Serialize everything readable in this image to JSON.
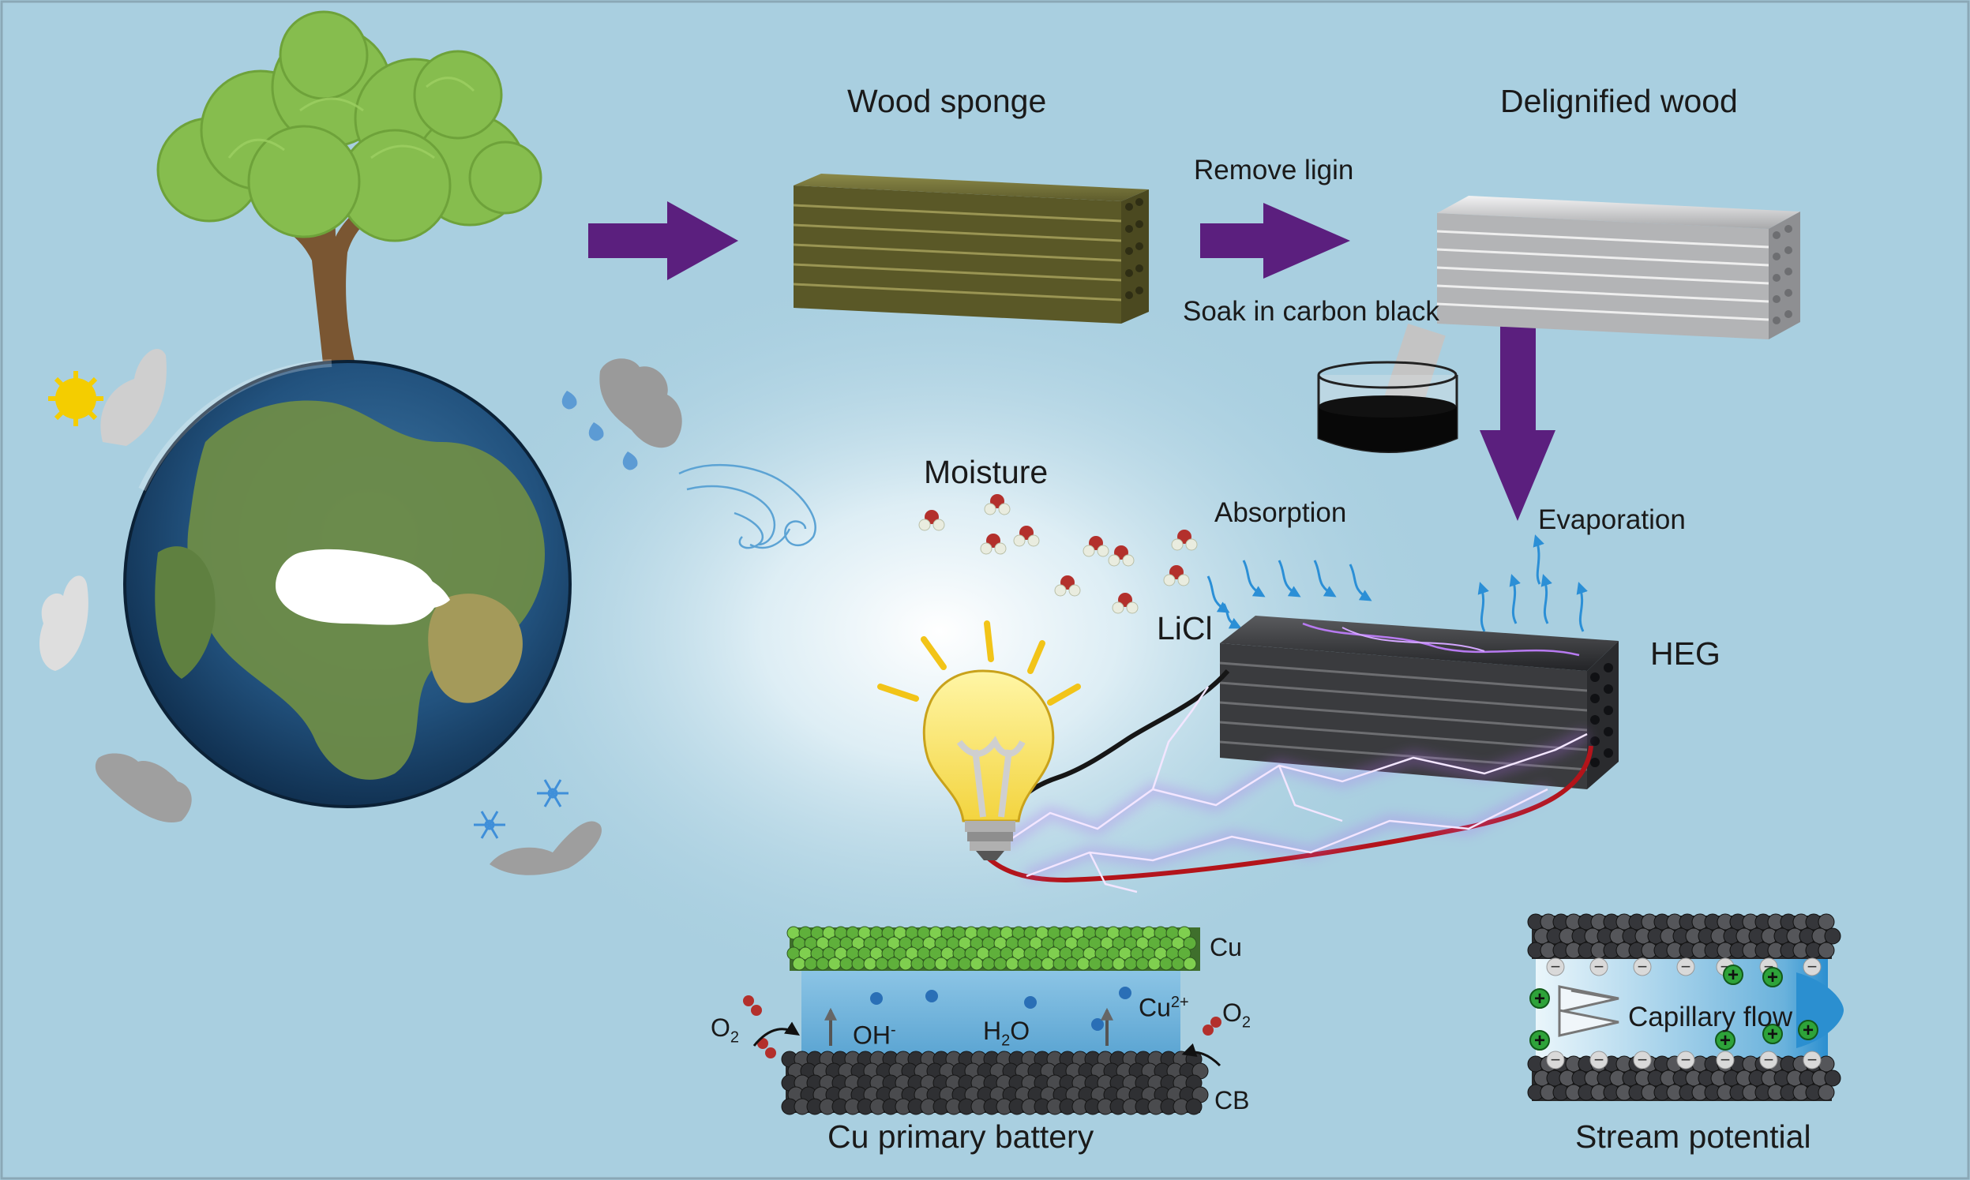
{
  "labels": {
    "wood_sponge": "Wood sponge",
    "delignified_wood": "Delignified wood",
    "remove_lignin": "Remove ligin",
    "soak": "Soak in carbon black",
    "moisture": "Moisture",
    "absorption": "Absorption",
    "evaporation": "Evaporation",
    "licl": "LiCl",
    "heg": "HEG"
  },
  "battery": {
    "title": "Cu  primary battery",
    "cu": "Cu",
    "cu2_base": "Cu",
    "cu2_sup": "2+",
    "o2_base": "O",
    "o2_sub": "2",
    "oh_base": "OH",
    "oh_sup": "-",
    "h2o_h": "H",
    "h2o_sub": "2",
    "h2o_o": "O",
    "cb": "CB"
  },
  "stream": {
    "title": "Stream potential",
    "flow": "Capillary flow",
    "minus": "−",
    "plus": "+"
  },
  "colors": {
    "background": "#a9cfe0",
    "arrow": "#5b1f7e",
    "wood": "#6d6b36",
    "delignified": "#d5d6d8",
    "heg": "#3a3b3e",
    "leaf": "#86bd4e",
    "trunk": "#7a5632",
    "cloud": "#a9a9a9",
    "sun": "#f4cd00",
    "water_o": "#b3302c",
    "water_h": "#e9ecdf",
    "lightning": "#c183f2",
    "wire_black": "#161616",
    "wire_red": "#b3141a",
    "anion": "#d9d9d9",
    "cation": "#2ea33a"
  },
  "icons": [
    "tree-icon",
    "earth-globe-icon",
    "sun-icon",
    "cloud-icon",
    "rain-drop-icon",
    "snowflake-icon",
    "wind-swirl-icon",
    "light-bulb-icon",
    "carbon-black-beaker-icon",
    "water-molecule-icon",
    "lightning-bolt-icon"
  ]
}
